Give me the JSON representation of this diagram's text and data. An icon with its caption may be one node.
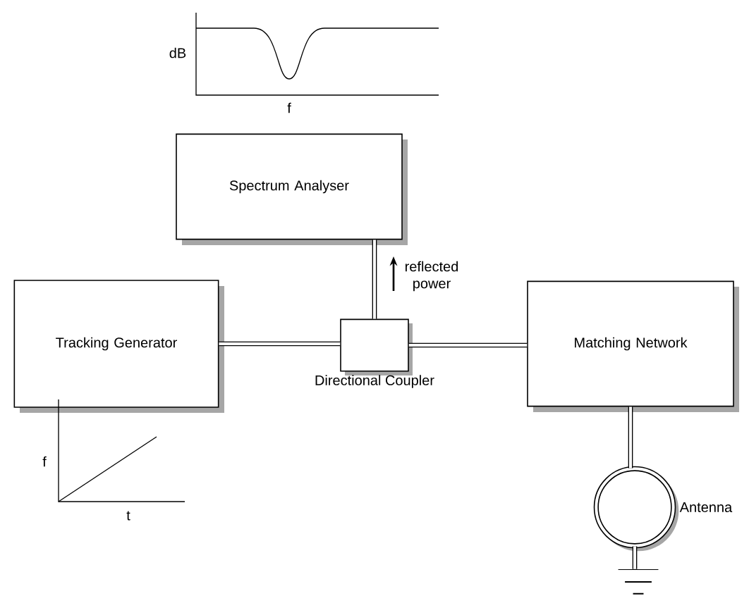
{
  "diagram": {
    "nodes": [
      {
        "text": [
          "Spectrum Analyser"
        ]
      },
      {
        "text": [
          "Tracking Generator"
        ]
      },
      {
        "text": [
          "Directional Coupler"
        ]
      },
      {
        "text": [
          "Matching Network"
        ]
      },
      {
        "text": [],
        "shape": "circle",
        "beside": [
          "Antenna"
        ]
      },
      {
        "text": [],
        "shape": "ground"
      }
    ],
    "edges": [
      {
        "from": 1,
        "to": 2,
        "arrow": "none"
      },
      {
        "from": 2,
        "to": 0,
        "arrow": "none"
      },
      {
        "from": 2,
        "to": 3,
        "arrow": "none"
      },
      {
        "from": 3,
        "to": 4,
        "arrow": "none"
      },
      {
        "from": 4,
        "to": 5,
        "arrow": "none"
      }
    ],
    "labels": [
      "dB",
      "f",
      "reflected power",
      "f",
      "t"
    ]
  }
}
